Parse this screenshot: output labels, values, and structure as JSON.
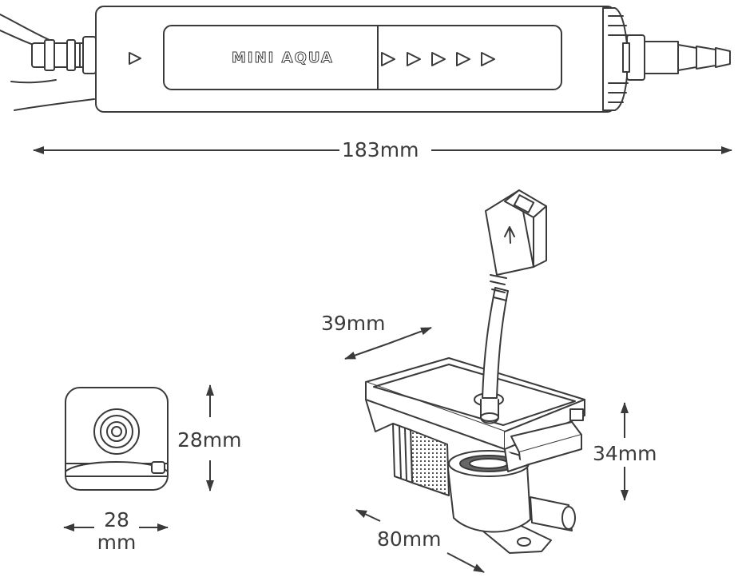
{
  "pump_body": {
    "brand": "MINI AQUA",
    "length_label": "183mm"
  },
  "end_view": {
    "height_label": "28mm",
    "width_label_top": "28",
    "width_label_bottom": "mm"
  },
  "perspective_view": {
    "depth_label": "39mm",
    "height_label": "34mm",
    "length_label": "80mm"
  },
  "colors": {
    "line": "#3a3a3a",
    "fill": "#ffffff",
    "grill": "#555555"
  }
}
